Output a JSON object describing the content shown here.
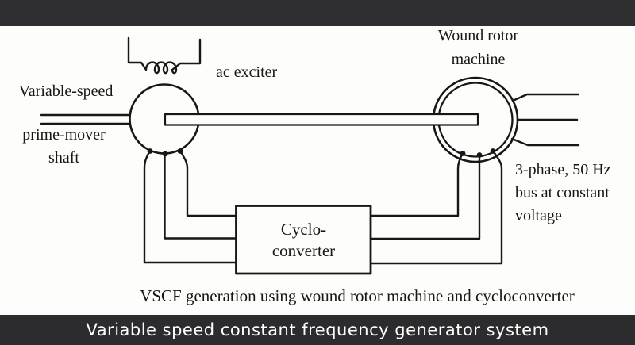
{
  "colors": {
    "bar_bg": "#2f2f31",
    "paper": "#fdfdfc",
    "ink": "#171717",
    "banner_text": "#ffffff"
  },
  "diagram": {
    "labels": {
      "variable_speed": "Variable-speed",
      "prime_mover": "prime-mover",
      "shaft": "shaft",
      "ac_exciter": "ac exciter",
      "wound_rotor": [
        "Wound rotor",
        "machine"
      ],
      "bus": [
        "3-phase, 50 Hz",
        "bus at constant",
        "voltage"
      ],
      "converter": [
        "Cyclo-",
        "converter"
      ]
    },
    "caption": "VSCF generation using wound rotor machine and cycloconverter"
  },
  "banner": {
    "title": "Variable speed constant frequency generator system"
  }
}
